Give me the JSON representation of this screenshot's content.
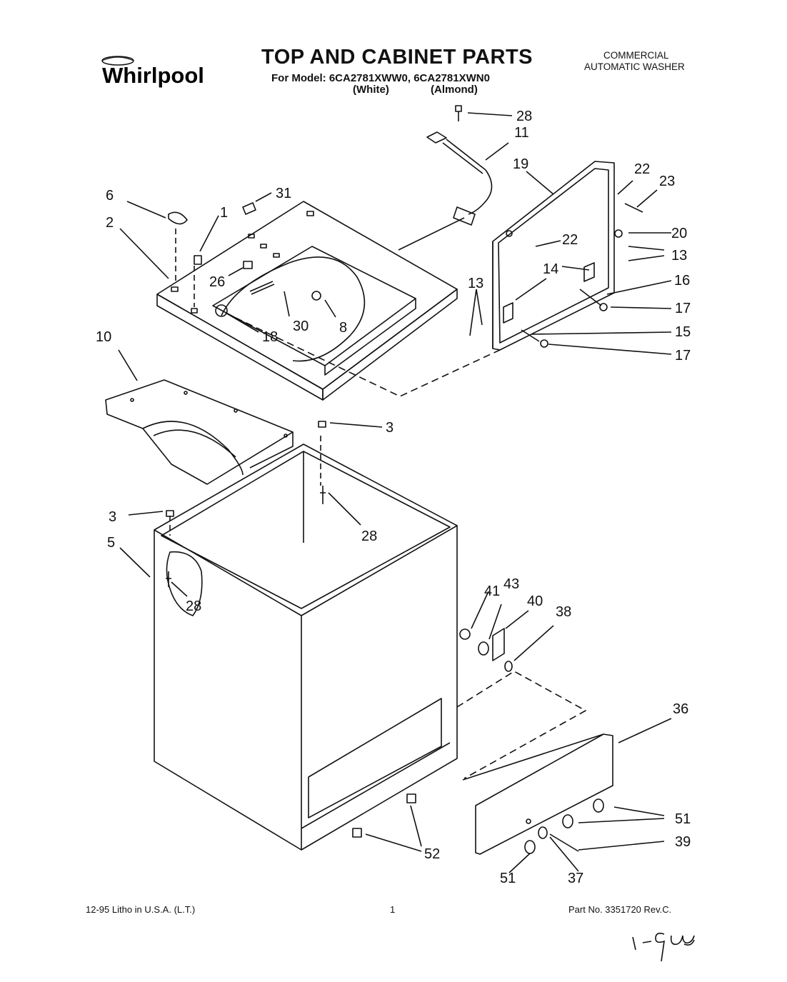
{
  "header": {
    "title": "TOP AND CABINET PARTS",
    "model_line": "For Model: 6CA2781XWW0, 6CA2781XWN0",
    "variant_white": "(White)",
    "variant_almond": "(Almond)",
    "category_line1": "COMMERCIAL",
    "category_line2": "AUTOMATIC WASHER",
    "brand": "Whirlpool"
  },
  "callouts": [
    "28",
    "11",
    "19",
    "22",
    "23",
    "6",
    "31",
    "1",
    "2",
    "20",
    "22",
    "13",
    "26",
    "14",
    "16",
    "13",
    "17",
    "30",
    "8",
    "18",
    "15",
    "17",
    "10",
    "3",
    "3",
    "28",
    "5",
    "28",
    "41",
    "43",
    "40",
    "38",
    "36",
    "51",
    "51",
    "39",
    "37",
    "52"
  ],
  "footer": {
    "print_info": "12-95 Litho in U.S.A. (L.T.)",
    "page": "1",
    "part_no": "Part No. 3351720 Rev.C."
  },
  "handwritten_note": "1-96"
}
